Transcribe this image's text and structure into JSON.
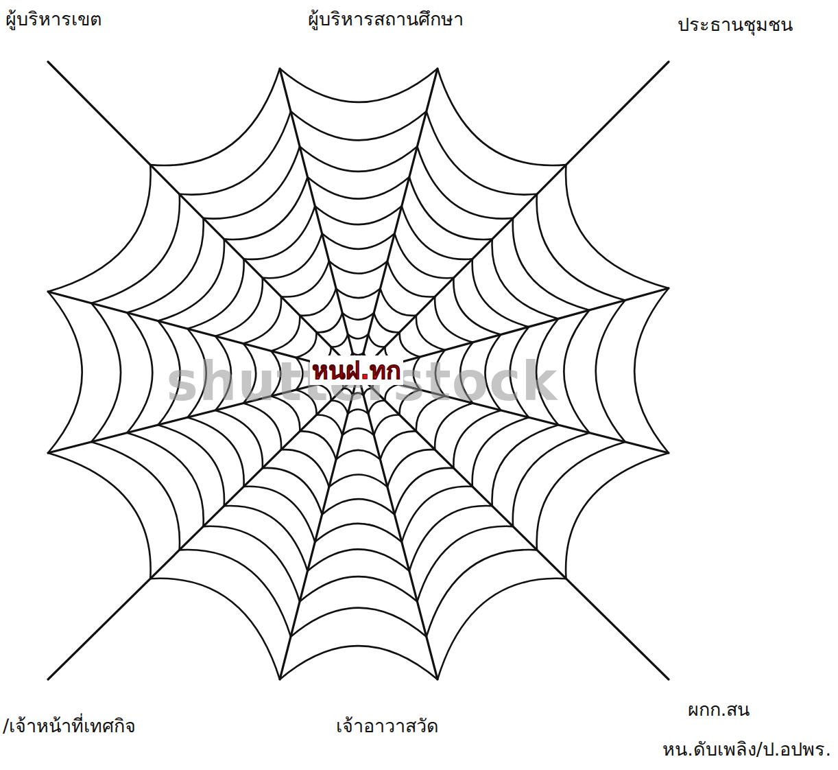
{
  "diagram": {
    "labels": [
      "ผู้บริหารเขต",
      "ผู้บริหารสถานศึกษา",
      "ประธานชุมชน",
      "/เจ้าหน้าที่เทศกิจ",
      "เจ้าอาวาสวัด",
      "ผกก.สน",
      "หน.ดับเพลิง/ป.อปพร.",
      "shutterstock",
      "หนฝ.ทก"
    ]
  }
}
